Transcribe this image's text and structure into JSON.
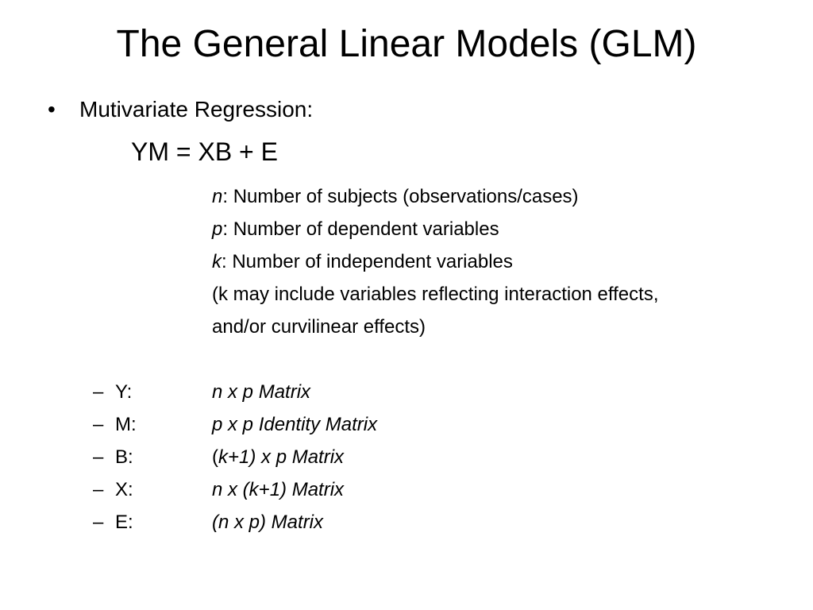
{
  "slide": {
    "title": "The General Linear Models (GLM)",
    "bullet": "Mutivariate Regression:",
    "bullet_marker": "•",
    "equation": "YM = XB + E",
    "definitions": [
      {
        "var": "n",
        "text": ": Number of subjects (observations/cases)"
      },
      {
        "var": "p",
        "text": ": Number of dependent variables"
      },
      {
        "var": "k",
        "text": ": Number of independent variables"
      },
      {
        "var": "",
        "text": "(k may include variables reflecting interaction effects,"
      },
      {
        "var": "",
        "text": "and/or curvilinear effects)"
      }
    ],
    "matrices": [
      {
        "dash": "–",
        "symbol": "Y:",
        "prefix": "",
        "desc": "n x p  Matrix"
      },
      {
        "dash": "–",
        "symbol": "M:",
        "prefix": "",
        "desc": "p x p Identity Matrix"
      },
      {
        "dash": "–",
        "symbol": "B:",
        "prefix": "(",
        "desc": "k+1) x p Matrix"
      },
      {
        "dash": "–",
        "symbol": "X:",
        "prefix": "",
        "desc": "n x (k+1) Matrix"
      },
      {
        "dash": "–",
        "symbol": "E:",
        "prefix": "",
        "desc": "(n x p) Matrix"
      }
    ]
  }
}
